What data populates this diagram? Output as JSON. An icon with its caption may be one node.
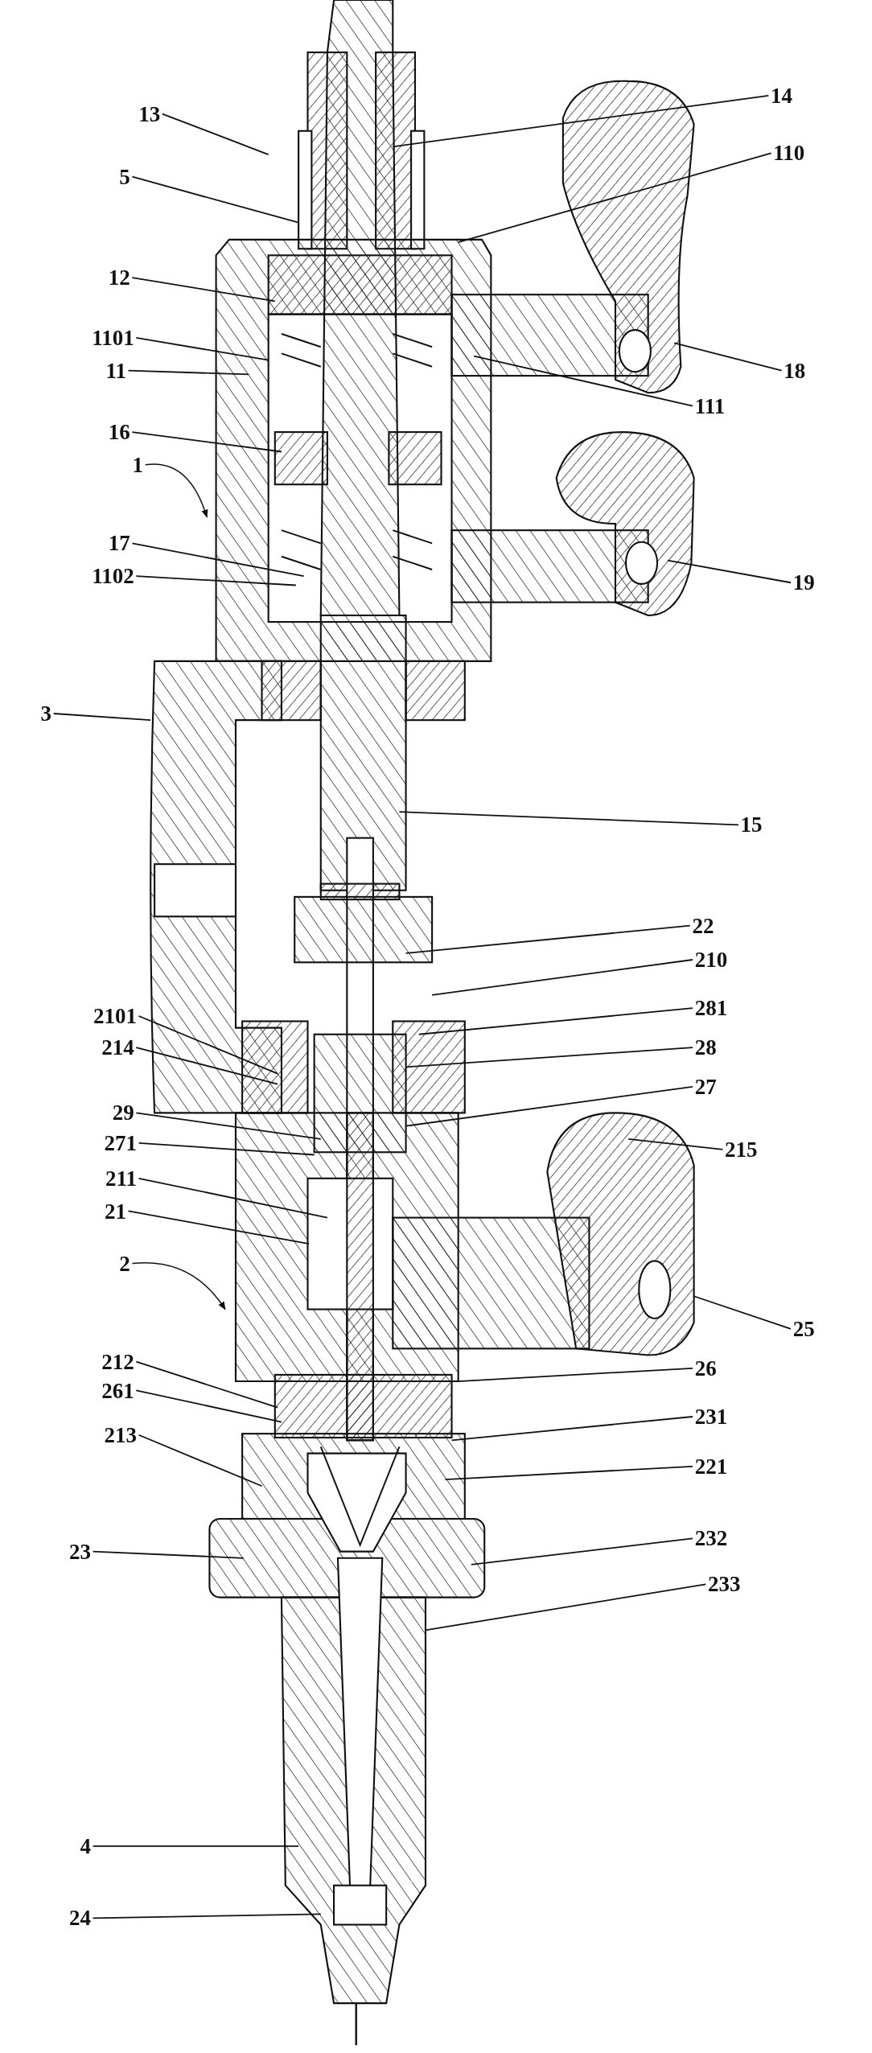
{
  "diagram": {
    "nodes": [
      {
        "text": [
          "14"
        ]
      },
      {
        "text": [
          "13"
        ]
      },
      {
        "text": [
          "110"
        ]
      },
      {
        "text": [
          "5"
        ]
      },
      {
        "text": [
          "12"
        ]
      },
      {
        "text": [
          "1101"
        ]
      },
      {
        "text": [
          "11"
        ]
      },
      {
        "text": [
          "18"
        ]
      },
      {
        "text": [
          "111"
        ]
      },
      {
        "text": [
          "16"
        ]
      },
      {
        "text": [
          "1"
        ]
      },
      {
        "text": [
          "17"
        ]
      },
      {
        "text": [
          "1102"
        ]
      },
      {
        "text": [
          "19"
        ]
      },
      {
        "text": [
          "3"
        ]
      },
      {
        "text": [
          "15"
        ]
      },
      {
        "text": [
          "22"
        ]
      },
      {
        "text": [
          "210"
        ]
      },
      {
        "text": [
          "281"
        ]
      },
      {
        "text": [
          "2101"
        ]
      },
      {
        "text": [
          "214"
        ]
      },
      {
        "text": [
          "28"
        ]
      },
      {
        "text": [
          "27"
        ]
      },
      {
        "text": [
          "29"
        ]
      },
      {
        "text": [
          "271"
        ]
      },
      {
        "text": [
          "215"
        ]
      },
      {
        "text": [
          "211"
        ]
      },
      {
        "text": [
          "21"
        ]
      },
      {
        "text": [
          "2"
        ]
      },
      {
        "text": [
          "25"
        ]
      },
      {
        "text": [
          "212"
        ]
      },
      {
        "text": [
          "26"
        ]
      },
      {
        "text": [
          "261"
        ]
      },
      {
        "text": [
          "231"
        ]
      },
      {
        "text": [
          "213"
        ]
      },
      {
        "text": [
          "221"
        ]
      },
      {
        "text": [
          "232"
        ]
      },
      {
        "text": [
          "23"
        ]
      },
      {
        "text": [
          "233"
        ]
      },
      {
        "text": [
          "4"
        ]
      },
      {
        "text": [
          "24"
        ]
      }
    ],
    "edges": [
      {
        "from": 0,
        "to": null,
        "arrow": "none"
      },
      {
        "from": 1,
        "to": null,
        "arrow": "none"
      },
      {
        "from": 2,
        "to": null,
        "arrow": "none"
      },
      {
        "from": 3,
        "to": null,
        "arrow": "none"
      },
      {
        "from": 4,
        "to": null,
        "arrow": "none"
      },
      {
        "from": 5,
        "to": null,
        "arrow": "none"
      },
      {
        "from": 6,
        "to": null,
        "arrow": "none"
      },
      {
        "from": 7,
        "to": null,
        "arrow": "none"
      },
      {
        "from": 8,
        "to": null,
        "arrow": "none"
      },
      {
        "from": 9,
        "to": null,
        "arrow": "none"
      },
      {
        "from": 10,
        "to": null,
        "arrow": "to"
      },
      {
        "from": 11,
        "to": null,
        "arrow": "none"
      },
      {
        "from": 12,
        "to": null,
        "arrow": "none"
      },
      {
        "from": 13,
        "to": null,
        "arrow": "none"
      },
      {
        "from": 14,
        "to": null,
        "arrow": "none"
      },
      {
        "from": 15,
        "to": null,
        "arrow": "none"
      },
      {
        "from": 16,
        "to": null,
        "arrow": "none"
      },
      {
        "from": 17,
        "to": null,
        "arrow": "none"
      },
      {
        "from": 18,
        "to": null,
        "arrow": "none"
      },
      {
        "from": 19,
        "to": null,
        "arrow": "none"
      },
      {
        "from": 20,
        "to": null,
        "arrow": "none"
      },
      {
        "from": 21,
        "to": null,
        "arrow": "none"
      },
      {
        "from": 22,
        "to": null,
        "arrow": "none"
      },
      {
        "from": 23,
        "to": null,
        "arrow": "none"
      },
      {
        "from": 24,
        "to": null,
        "arrow": "none"
      },
      {
        "from": 25,
        "to": null,
        "arrow": "none"
      },
      {
        "from": 26,
        "to": null,
        "arrow": "none"
      },
      {
        "from": 27,
        "to": null,
        "arrow": "none"
      },
      {
        "from": 28,
        "to": null,
        "arrow": "to"
      },
      {
        "from": 29,
        "to": null,
        "arrow": "none"
      },
      {
        "from": 30,
        "to": null,
        "arrow": "none"
      },
      {
        "from": 31,
        "to": null,
        "arrow": "none"
      },
      {
        "from": 32,
        "to": null,
        "arrow": "none"
      },
      {
        "from": 33,
        "to": null,
        "arrow": "none"
      },
      {
        "from": 34,
        "to": null,
        "arrow": "none"
      },
      {
        "from": 35,
        "to": null,
        "arrow": "none"
      },
      {
        "from": 36,
        "to": null,
        "arrow": "none"
      },
      {
        "from": 37,
        "to": null,
        "arrow": "none"
      },
      {
        "from": 38,
        "to": null,
        "arrow": "none"
      },
      {
        "from": 39,
        "to": null,
        "arrow": "none"
      },
      {
        "from": 40,
        "to": null,
        "arrow": "none"
      }
    ]
  }
}
